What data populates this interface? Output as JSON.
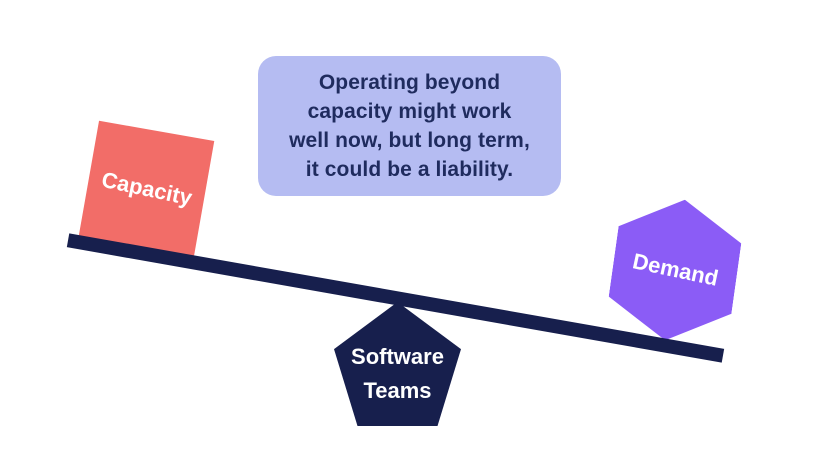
{
  "canvas": {
    "background_color": "#ffffff"
  },
  "callout": {
    "lines": [
      "Operating beyond",
      "capacity might work",
      "well now, but long term,",
      "it could be a liability."
    ],
    "bg_color": "#b5bcf2",
    "text_color": "#1f2b5e"
  },
  "beam": {
    "color": "#171f4d",
    "tilt_degrees": 10
  },
  "shapes": {
    "capacity": {
      "label": "Capacity",
      "shape": "square",
      "color": "#f26d68",
      "text_color": "#ffffff",
      "side": "left-raised"
    },
    "demand": {
      "label": "Demand",
      "shape": "hexagon",
      "color": "#8b5cf6",
      "text_color": "#ffffff",
      "side": "right-lowered"
    },
    "fulcrum": {
      "lines": [
        "Software",
        "Teams"
      ],
      "shape": "pentagon",
      "color": "#171f4d",
      "text_color": "#ffffff"
    }
  }
}
